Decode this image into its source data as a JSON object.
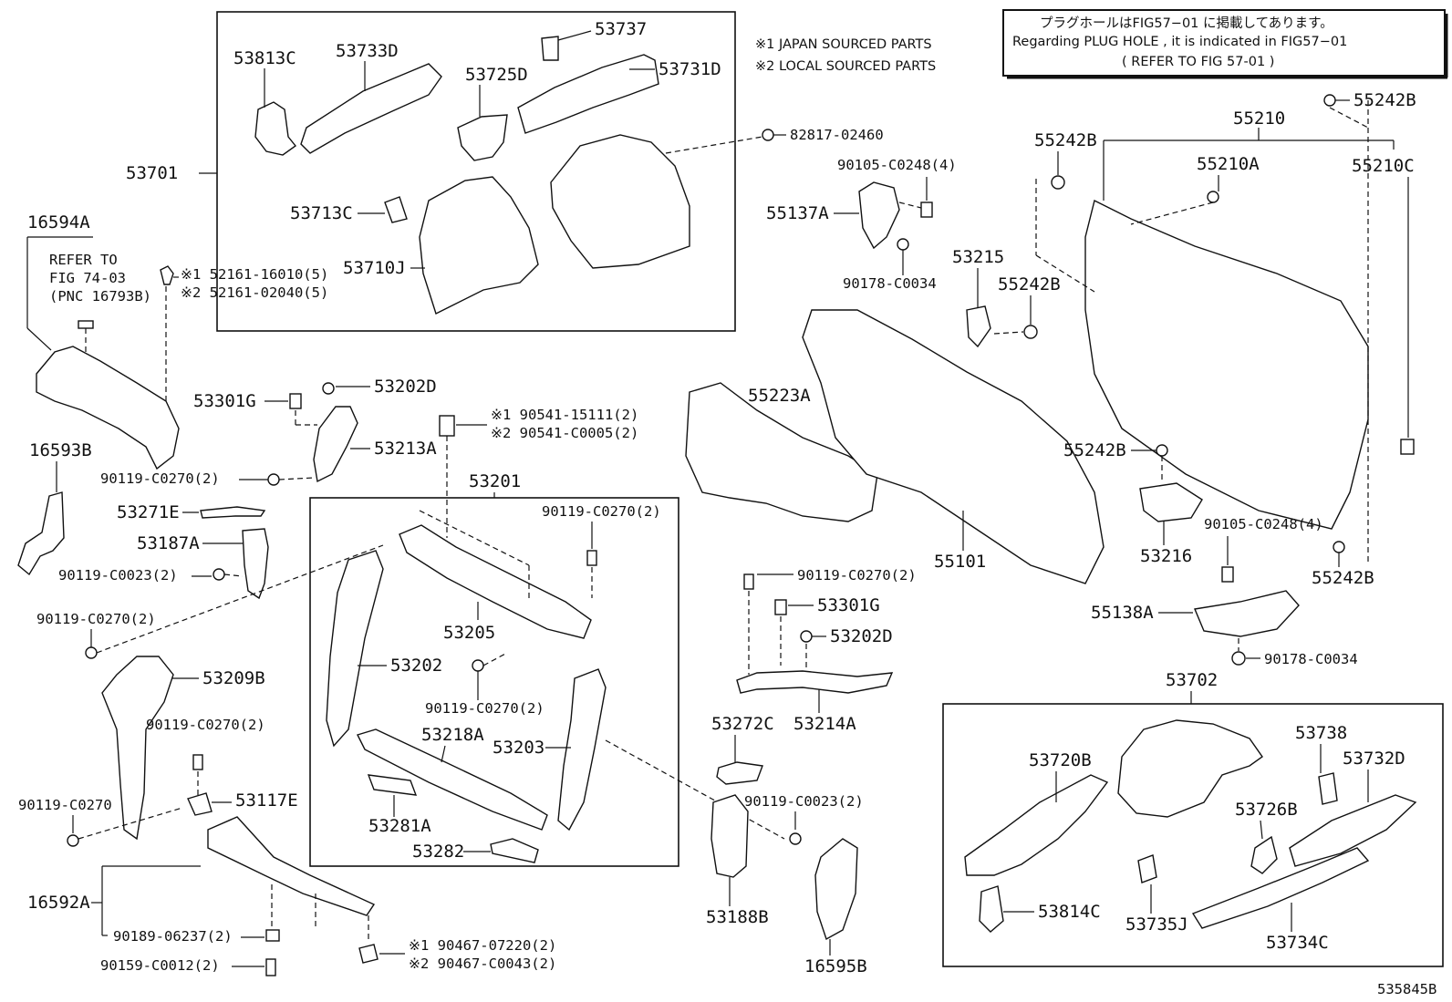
{
  "notice": {
    "line1": "プラグホールはFIG57−01 に掲載してあります。",
    "line2": "Regarding  PLUG HOLE , it is indicated in FIG57−01",
    "line3": "(  REFER TO FIG 57-01  )"
  },
  "legend": {
    "japan": "※1 JAPAN SOURCED PARTS",
    "local": "※2 LOCAL SOURCED PARTS"
  },
  "refer": {
    "line1": "REFER TO",
    "line2": "FIG 74-03",
    "line3": "(PNC 16793B)"
  },
  "figure_id": "535845B",
  "labels": {
    "p53813C": "53813C",
    "p53733D": "53733D",
    "p53737": "53737",
    "p53725D": "53725D",
    "p53731D": "53731D",
    "p53701": "53701",
    "p82817": "82817-02460",
    "p53713C": "53713C",
    "p53710J": "53710J",
    "p16594A": "16594A",
    "p52161a": "※1 52161-16010(5)",
    "p52161b": "※2 52161-02040(5)",
    "p53301G_a": "53301G",
    "p53202D_a": "53202D",
    "p53213A": "53213A",
    "p16593B": "16593B",
    "p90119_270_a": "90119-C0270(2)",
    "p90541a": "※1 90541-15111(2)",
    "p90541b": "※2 90541-C0005(2)",
    "p53201": "53201",
    "p53271E": "53271E",
    "p53187A": "53187A",
    "p90119_023_a": "90119-C0023(2)",
    "p90119_270_b": "90119-C0270(2)",
    "p90119_270_c": "90119-C0270(2)",
    "p53205": "53205",
    "p53209B": "53209B",
    "p53202": "53202",
    "p90119_270_d": "90119-C0270(2)",
    "p90119_270_e": "90119-C0270(2)",
    "p53218A": "53218A",
    "p53203": "53203",
    "p90119_270_f": "90119-C0270",
    "p53117E": "53117E",
    "p53281A": "53281A",
    "p53282": "53282",
    "p16592A": "16592A",
    "p90189": "90189-06237(2)",
    "p90159": "90159-C0012(2)",
    "p90467a": "※1 90467-07220(2)",
    "p90467b": "※2 90467-C0043(2)",
    "p90119_270_g": "90119-C0270(2)",
    "p53301G_b": "53301G",
    "p53202D_b": "53202D",
    "p53272C": "53272C",
    "p53214A": "53214A",
    "p90119_023_b": "90119-C0023(2)",
    "p53188B": "53188B",
    "p16595B": "16595B",
    "p55223A": "55223A",
    "p55101": "55101",
    "p55137A": "55137A",
    "p90105_a": "90105-C0248(4)",
    "p90178_a": "90178-C0034",
    "p53215": "53215",
    "p55242B_a": "55242B",
    "p55242B_b": "55242B",
    "p55242B_c": "55242B",
    "p55242B_d": "55242B",
    "p55242B_e": "55242B",
    "p55210": "55210",
    "p55210A": "55210A",
    "p55210C": "55210C",
    "p53216": "53216",
    "p90105_b": "90105-C0248(4)",
    "p55138A": "55138A",
    "p90178_b": "90178-C0034",
    "p53702": "53702",
    "p53720B": "53720B",
    "p53738": "53738",
    "p53732D": "53732D",
    "p53726B": "53726B",
    "p53814C": "53814C",
    "p53735J": "53735J",
    "p53734C": "53734C"
  }
}
